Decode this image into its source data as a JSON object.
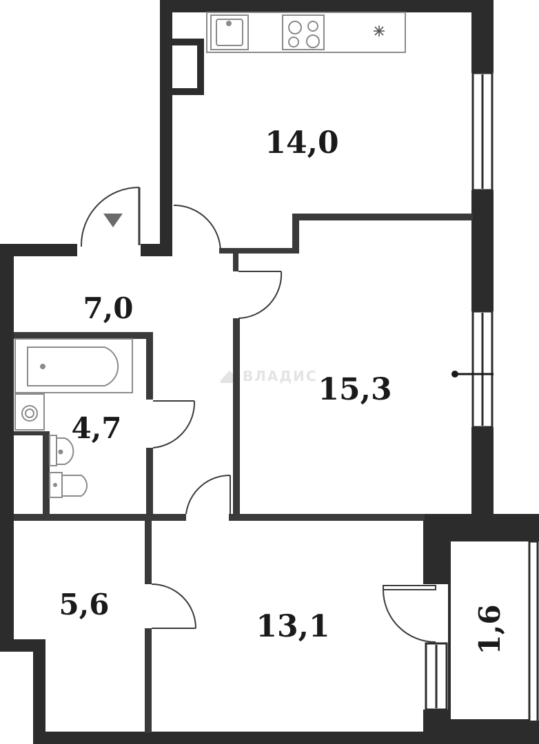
{
  "colors": {
    "wall": "#2c2c2c",
    "partition": "#3a3a3a",
    "fixture": "#8a8a8a",
    "background": "#ffffff",
    "watermark": "#e4e4e4"
  },
  "rooms": [
    {
      "id": "kitchen",
      "area": "14,0"
    },
    {
      "id": "hall",
      "area": "7,0"
    },
    {
      "id": "bedroom",
      "area": "15,3"
    },
    {
      "id": "bathroom",
      "area": "4,7"
    },
    {
      "id": "storage-room",
      "area": "5,6"
    },
    {
      "id": "living-room",
      "area": "13,1"
    },
    {
      "id": "loggia",
      "area": "1,6"
    }
  ],
  "watermark": {
    "text": "ВЛАДИС"
  },
  "icons": {
    "entrance": "triangle-down-icon",
    "fridge": "snowflake-icon",
    "stove": "stove-icon",
    "sink": "sink-icon",
    "bathtub": "bathtub-icon",
    "toilet": "toilet-icon",
    "washbasin": "washbasin-icon",
    "washing_machine": "washing-machine-icon",
    "radiator": "radiator-icon"
  }
}
